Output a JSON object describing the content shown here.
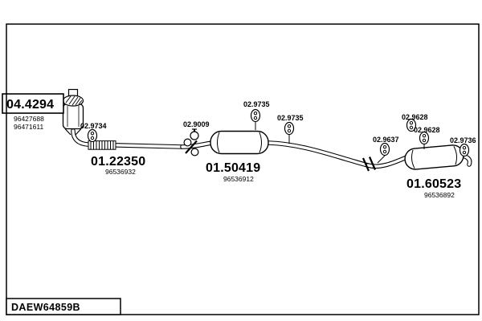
{
  "diagram": {
    "footer_code": "DAEW64859B",
    "colors": {
      "ink": "#000000",
      "paper": "#ffffff"
    }
  },
  "parts": {
    "catalyst": {
      "part_no": "04.4294",
      "oe_refs": [
        "96427688",
        "96471611"
      ]
    },
    "front_pipe": {
      "part_no": "01.22350",
      "oe_ref": "96536932"
    },
    "centre_muffler": {
      "part_no": "01.50419",
      "oe_ref": "96536912"
    },
    "rear_muffler": {
      "part_no": "01.60523",
      "oe_ref": "96536892"
    }
  },
  "mountings": {
    "hanger_front": "02.9734",
    "clamp_front": "02.9009",
    "hanger_mid_a": "02.9735",
    "hanger_mid_b": "02.9735",
    "bracket_rear_joint": "02.9637",
    "hanger_rear_a": "02.9628",
    "hanger_rear_b": "02.9628",
    "hanger_tail": "02.9736"
  }
}
